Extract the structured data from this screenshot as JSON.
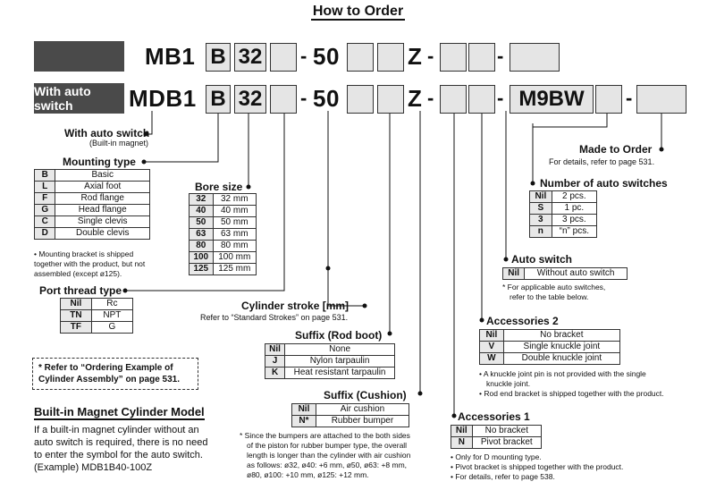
{
  "title": "How to Order",
  "row1": {
    "model": "MB1",
    "mount": "B",
    "bore": "32",
    "stroke": "50",
    "suffix": "Z"
  },
  "row2": {
    "label": "With auto switch",
    "model": "MDB1",
    "mount": "B",
    "bore": "32",
    "stroke": "50",
    "suffix": "Z",
    "switch": "M9BW"
  },
  "with_auto_switch": {
    "label": "With auto switch",
    "sub": "(Built-in magnet)"
  },
  "mounting_type": {
    "label": "Mounting type",
    "rows": [
      {
        "k": "B",
        "v": "Basic"
      },
      {
        "k": "L",
        "v": "Axial foot"
      },
      {
        "k": "F",
        "v": "Rod flange"
      },
      {
        "k": "G",
        "v": "Head flange"
      },
      {
        "k": "C",
        "v": "Single clevis"
      },
      {
        "k": "D",
        "v": "Double clevis"
      }
    ],
    "note": "Mounting bracket is shipped together with the product, but not assembled (except ø125)."
  },
  "bore_size": {
    "label": "Bore size",
    "rows": [
      {
        "k": "32",
        "v": "32 mm"
      },
      {
        "k": "40",
        "v": "40 mm"
      },
      {
        "k": "50",
        "v": "50 mm"
      },
      {
        "k": "63",
        "v": "63 mm"
      },
      {
        "k": "80",
        "v": "80 mm"
      },
      {
        "k": "100",
        "v": "100 mm"
      },
      {
        "k": "125",
        "v": "125 mm"
      }
    ]
  },
  "port_thread": {
    "label": "Port thread type",
    "rows": [
      {
        "k": "Nil",
        "v": "Rc"
      },
      {
        "k": "TN",
        "v": "NPT"
      },
      {
        "k": "TF",
        "v": "G"
      }
    ]
  },
  "refer_box": {
    "line1": "Refer to “Ordering Example of",
    "line2": "Cylinder Assembly” on page 531."
  },
  "builtin": {
    "heading": "Built-in Magnet Cylinder Model",
    "lines": [
      "If a built-in magnet cylinder without an",
      "auto switch is required, there is no need",
      "to enter the symbol for the auto switch.",
      "(Example) MDB1B40-100Z"
    ]
  },
  "stroke": {
    "label": "Cylinder stroke [mm]",
    "sub": "Refer to “Standard Strokes” on page 531."
  },
  "suffix_rod": {
    "label": "Suffix (Rod boot)",
    "rows": [
      {
        "k": "Nil",
        "v": "None"
      },
      {
        "k": "J",
        "v": "Nylon tarpaulin"
      },
      {
        "k": "K",
        "v": "Heat resistant tarpaulin"
      }
    ]
  },
  "suffix_cushion": {
    "label": "Suffix (Cushion)",
    "rows": [
      {
        "k": "Nil",
        "v": "Air cushion"
      },
      {
        "k": "N*",
        "v": "Rubber bumper"
      }
    ],
    "notes": [
      "Since the bumpers are attached to the both sides",
      "of the piston for rubber bumper type, the overall",
      "length is longer than the cylinder with air cushion",
      "as follows: ø32, ø40: +6 mm, ø50, ø63: +8 mm,",
      "ø80, ø100: +10 mm, ø125: +12 mm."
    ]
  },
  "made_to_order": {
    "label": "Made to Order",
    "sub": "For details, refer to page 531."
  },
  "num_switches": {
    "label": "Number of auto switches",
    "rows": [
      {
        "k": "Nil",
        "v": "2 pcs."
      },
      {
        "k": "S",
        "v": "1 pc."
      },
      {
        "k": "3",
        "v": "3 pcs."
      },
      {
        "k": "n",
        "v": "“n” pcs."
      }
    ]
  },
  "auto_switch": {
    "label": "Auto switch",
    "rows": [
      {
        "k": "Nil",
        "v": "Without auto switch"
      }
    ],
    "notes": [
      "For applicable auto switches,",
      "refer to the table below."
    ]
  },
  "accessories2": {
    "label": "Accessories 2",
    "rows": [
      {
        "k": "Nil",
        "v": "No bracket"
      },
      {
        "k": "V",
        "v": "Single knuckle joint"
      },
      {
        "k": "W",
        "v": "Double knuckle joint"
      }
    ],
    "notes": [
      "A knuckle joint pin is not provided with the single",
      "knuckle joint.",
      "Rod end bracket is shipped together with the product."
    ]
  },
  "accessories1": {
    "label": "Accessories 1",
    "rows": [
      {
        "k": "Nil",
        "v": "No bracket"
      },
      {
        "k": "N",
        "v": "Pivot bracket"
      }
    ],
    "notes": [
      "Only for D mounting type.",
      "Pivot bracket is shipped together with the product.",
      "For details, refer to page 538."
    ]
  }
}
